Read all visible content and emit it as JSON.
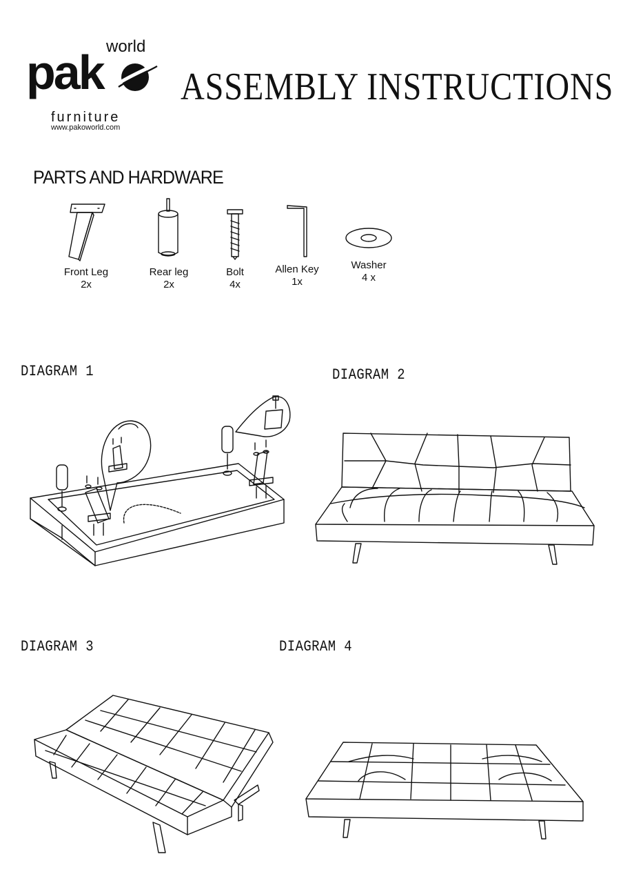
{
  "brand": {
    "logo_main": "pak",
    "logo_sup": "world",
    "logo_sub": "furniture",
    "website": "www.pakoworld.com"
  },
  "title": "ASSEMBLY INSTRUCTIONS",
  "parts_heading": "PARTS AND HARDWARE",
  "parts": [
    {
      "name": "Front Leg",
      "qty": "2x",
      "icon": "front-leg-icon"
    },
    {
      "name": "Rear leg",
      "qty": "2x",
      "icon": "rear-leg-icon"
    },
    {
      "name": "Bolt",
      "qty": "4x",
      "icon": "bolt-icon"
    },
    {
      "name": "Allen Key",
      "qty": "1x",
      "icon": "allen-key-icon"
    },
    {
      "name": "Washer",
      "qty": "4 x",
      "icon": "washer-icon"
    }
  ],
  "diagrams": [
    {
      "label": "DIAGRAM 1",
      "depicts": "sofa-base-leg-attachment"
    },
    {
      "label": "DIAGRAM 2",
      "depicts": "sofa-upright"
    },
    {
      "label": "DIAGRAM 3",
      "depicts": "sofa-reclined"
    },
    {
      "label": "DIAGRAM 4",
      "depicts": "sofa-bed-flat"
    }
  ]
}
